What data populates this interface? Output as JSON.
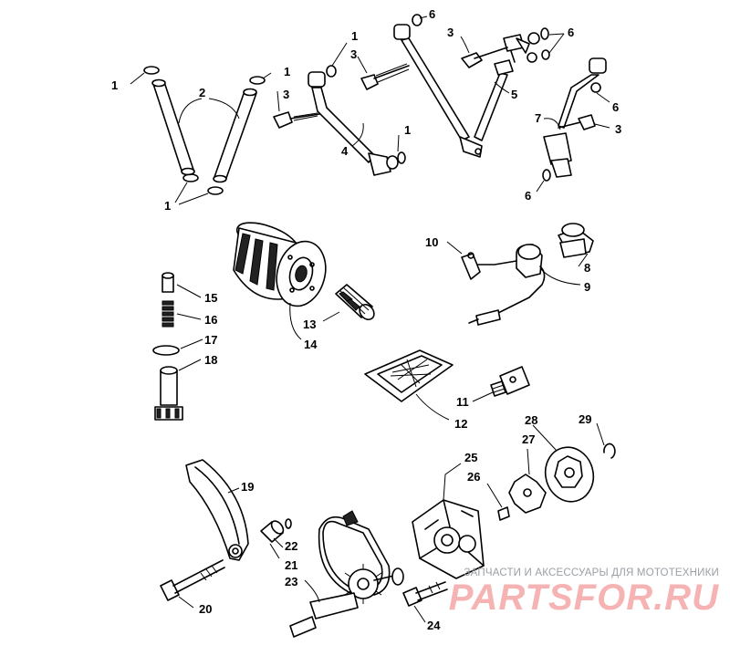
{
  "watermark": {
    "subtitle": "ЗАПЧАСТИ И АКСЕССУАРЫ ДЛЯ МОТОТЕХНИКИ",
    "logo": "PARTSFOR.RU",
    "color": "#f4a6a6"
  },
  "callouts": [
    {
      "id": "c1a",
      "text": "1"
    },
    {
      "id": "c1b",
      "text": "1"
    },
    {
      "id": "c1c",
      "text": "1"
    },
    {
      "id": "c1d",
      "text": "1"
    },
    {
      "id": "c1e",
      "text": "1"
    },
    {
      "id": "c2",
      "text": "2"
    },
    {
      "id": "c3a",
      "text": "3"
    },
    {
      "id": "c3b",
      "text": "3"
    },
    {
      "id": "c3c",
      "text": "3"
    },
    {
      "id": "c3d",
      "text": "3"
    },
    {
      "id": "c4",
      "text": "4"
    },
    {
      "id": "c5",
      "text": "5"
    },
    {
      "id": "c6a",
      "text": "6"
    },
    {
      "id": "c6b",
      "text": "6"
    },
    {
      "id": "c6c",
      "text": "6"
    },
    {
      "id": "c6d",
      "text": "6"
    },
    {
      "id": "c7",
      "text": "7"
    },
    {
      "id": "c8",
      "text": "8"
    },
    {
      "id": "c9",
      "text": "9"
    },
    {
      "id": "c10",
      "text": "10"
    },
    {
      "id": "c11",
      "text": "11"
    },
    {
      "id": "c12",
      "text": "12"
    },
    {
      "id": "c13",
      "text": "13"
    },
    {
      "id": "c14",
      "text": "14"
    },
    {
      "id": "c15",
      "text": "15"
    },
    {
      "id": "c16",
      "text": "16"
    },
    {
      "id": "c17",
      "text": "17"
    },
    {
      "id": "c18",
      "text": "18"
    },
    {
      "id": "c19",
      "text": "19"
    },
    {
      "id": "c20",
      "text": "20"
    },
    {
      "id": "c21",
      "text": "21"
    },
    {
      "id": "c22",
      "text": "22"
    },
    {
      "id": "c23",
      "text": "23"
    },
    {
      "id": "c24",
      "text": "24"
    },
    {
      "id": "c25",
      "text": "25"
    },
    {
      "id": "c26",
      "text": "26"
    },
    {
      "id": "c27",
      "text": "27"
    },
    {
      "id": "c28",
      "text": "28"
    },
    {
      "id": "c29",
      "text": "29"
    }
  ]
}
